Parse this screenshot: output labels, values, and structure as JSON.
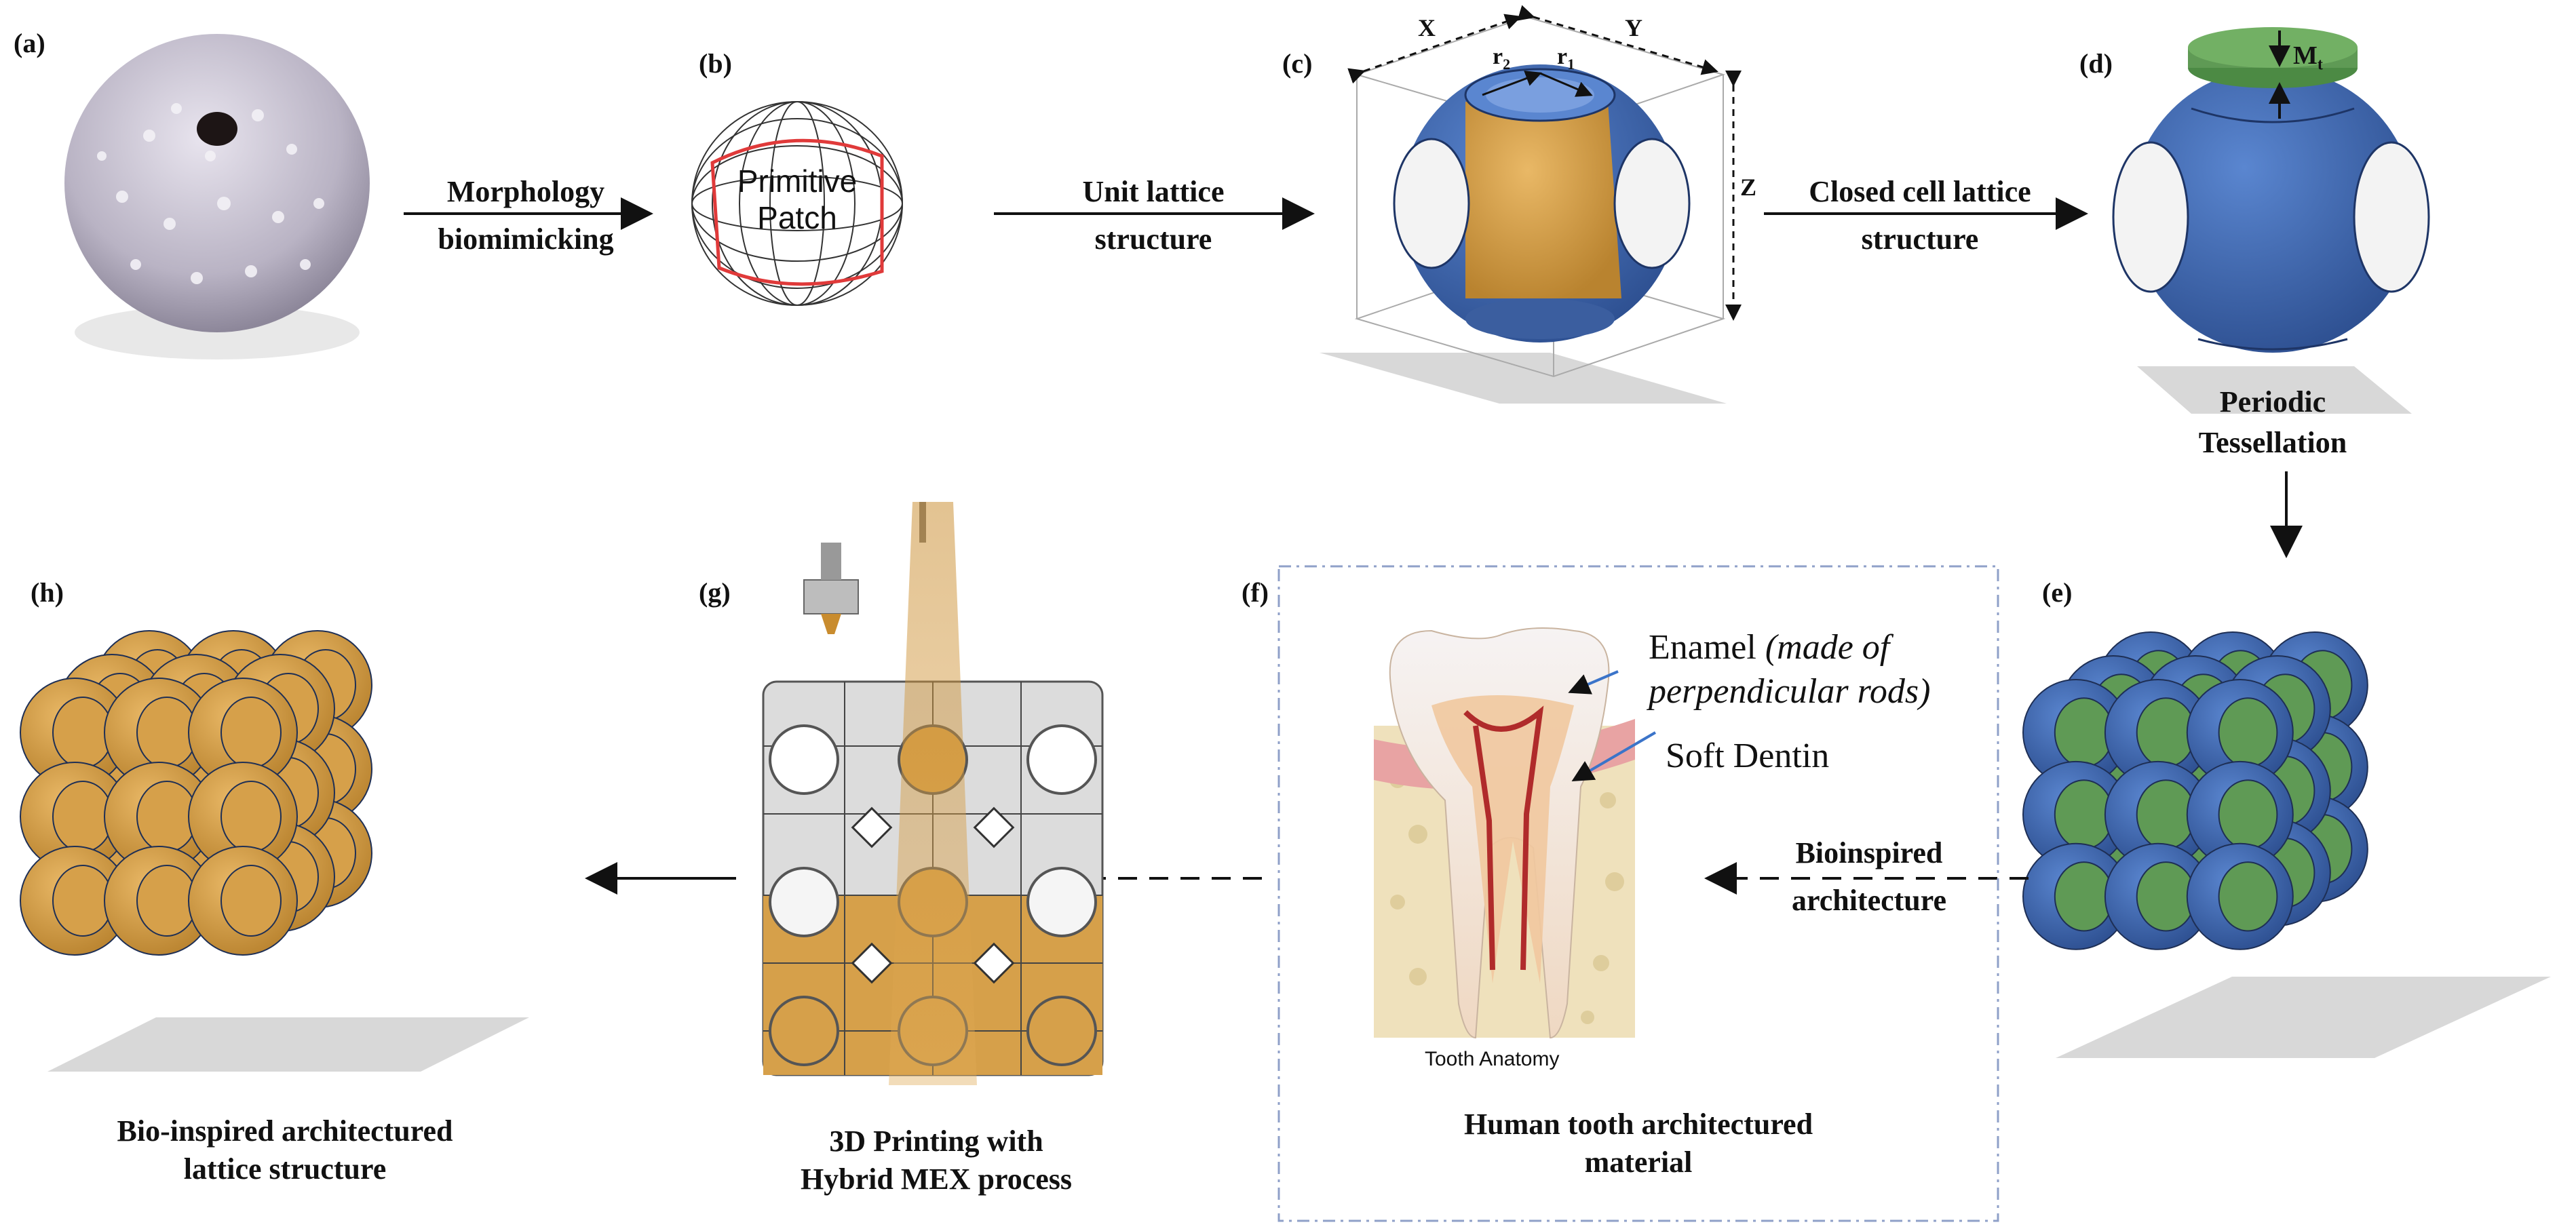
{
  "panels": {
    "a": "(a)",
    "b": "(b)",
    "c": "(c)",
    "d": "(d)",
    "e": "(e)",
    "f": "(f)",
    "g": "(g)",
    "h": "(h)"
  },
  "arrows": {
    "a_to_b": [
      "Morphology",
      "biomimicking"
    ],
    "b_to_c": [
      "Unit lattice",
      "structure"
    ],
    "c_to_d": [
      "Closed cell lattice",
      "structure"
    ],
    "d_to_e": [
      "Periodic",
      "Tessellation"
    ],
    "e_to_f": [
      "Bioinspired",
      "architecture"
    ]
  },
  "patch_label": [
    "Primitive",
    "Patch"
  ],
  "dimensions": {
    "x": "X",
    "y": "Y",
    "z": "Z",
    "r1": "r",
    "r1_sub": "1",
    "r2": "r",
    "r2_sub": "2",
    "mt": "M",
    "mt_sub": "t"
  },
  "tooth": {
    "enamel": "Enamel",
    "enamel_note": "(made of",
    "enamel_note2": "perpendicular rods)",
    "dentin": "Soft Dentin",
    "anatomy": "Tooth Anatomy"
  },
  "captions": {
    "f": [
      "Human tooth architectured",
      "material"
    ],
    "g": [
      "3D Printing with",
      "Hybrid MEX process"
    ],
    "h": [
      "Bio-inspired architectured",
      "lattice structure"
    ]
  },
  "colors": {
    "blue": "#3f67b0",
    "orange": "#d6a04a",
    "green": "#5f9a55",
    "urchin": "#c9c3d2"
  }
}
